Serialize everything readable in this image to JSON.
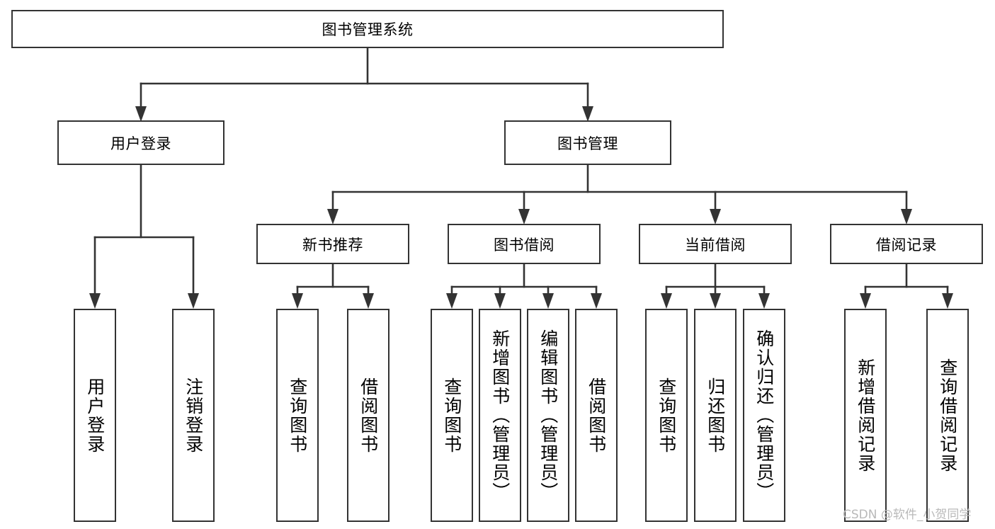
{
  "diagram": {
    "type": "tree-hierarchy",
    "title": "图书管理系统",
    "orientation": "top-down",
    "colors": {
      "box_border": "#333333",
      "box_fill": "#ffffff",
      "line": "#333333",
      "background": "#ffffff",
      "watermark": "#b9b9b9"
    },
    "levels": [
      {
        "level": 1,
        "nodes": [
          {
            "id": "root",
            "label": "图书管理系统",
            "orientation": "horizontal"
          }
        ]
      },
      {
        "level": 2,
        "nodes": [
          {
            "id": "login",
            "label": "用户登录",
            "orientation": "horizontal",
            "parent": "root"
          },
          {
            "id": "bookmgmt",
            "label": "图书管理",
            "orientation": "horizontal",
            "parent": "root"
          }
        ]
      },
      {
        "level": 3,
        "nodes": [
          {
            "id": "newbook",
            "label": "新书推荐",
            "orientation": "horizontal",
            "parent": "bookmgmt"
          },
          {
            "id": "borrow",
            "label": "图书借阅",
            "orientation": "horizontal",
            "parent": "bookmgmt"
          },
          {
            "id": "current",
            "label": "当前借阅",
            "orientation": "horizontal",
            "parent": "bookmgmt"
          },
          {
            "id": "records",
            "label": "借阅记录",
            "orientation": "horizontal",
            "parent": "bookmgmt"
          }
        ]
      },
      {
        "level": 4,
        "nodes": [
          {
            "id": "leaf1",
            "label": "用户登录",
            "orientation": "vertical",
            "parent": "login"
          },
          {
            "id": "leaf2",
            "label": "注销登录",
            "orientation": "vertical",
            "parent": "login"
          },
          {
            "id": "leaf3",
            "label": "查询图书",
            "orientation": "vertical",
            "parent": "newbook"
          },
          {
            "id": "leaf4",
            "label": "借阅图书",
            "orientation": "vertical",
            "parent": "newbook"
          },
          {
            "id": "leaf5",
            "label": "查询图书",
            "orientation": "vertical",
            "parent": "borrow"
          },
          {
            "id": "leaf6",
            "label": "新增图书（管理员）",
            "orientation": "vertical",
            "parent": "borrow"
          },
          {
            "id": "leaf7",
            "label": "编辑图书（管理员）",
            "orientation": "vertical",
            "parent": "borrow"
          },
          {
            "id": "leaf8",
            "label": "借阅图书",
            "orientation": "vertical",
            "parent": "borrow"
          },
          {
            "id": "leaf9",
            "label": "查询图书",
            "orientation": "vertical",
            "parent": "current"
          },
          {
            "id": "leaf10",
            "label": "归还图书",
            "orientation": "vertical",
            "parent": "current"
          },
          {
            "id": "leaf11",
            "label": "确认归还（管理员）",
            "orientation": "vertical",
            "parent": "current"
          },
          {
            "id": "leaf12",
            "label": "新增借阅记录",
            "orientation": "vertical",
            "parent": "records"
          },
          {
            "id": "leaf13",
            "label": "查询借阅记录",
            "orientation": "vertical",
            "parent": "records"
          }
        ]
      }
    ],
    "watermark": "CSDN @软件_小贺同学"
  }
}
